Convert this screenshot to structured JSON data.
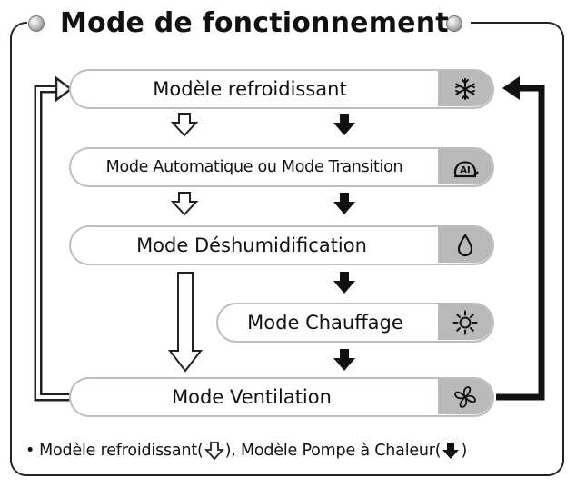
{
  "title": "Mode de fonctionnement",
  "modes": [
    {
      "label": "Modèle refroidissant",
      "icon": "snowflake-icon"
    },
    {
      "label": "Mode Automatique ou Mode Transition",
      "icon": "ai-icon"
    },
    {
      "label": "Mode Déshumidification",
      "icon": "water-drop-icon"
    },
    {
      "label": "Mode Chauffage",
      "icon": "sun-icon"
    },
    {
      "label": "Mode Ventilation",
      "icon": "fan-icon"
    }
  ],
  "ai_icon_text": "AI",
  "legend": {
    "bullet": "•",
    "cooling_label": "Modèle refroidissant(",
    "separator": "), Modèle Pompe à Chaleur(",
    "closing": ")",
    "cooling_arrow": "hollow-down-arrow-icon",
    "heat_pump_arrow": "solid-down-arrow-icon"
  },
  "colors": {
    "line": "#222222",
    "pill_border": "#bdbdbd",
    "icon_cap": "#b9b9b9",
    "solid_arrow": "#111111"
  }
}
